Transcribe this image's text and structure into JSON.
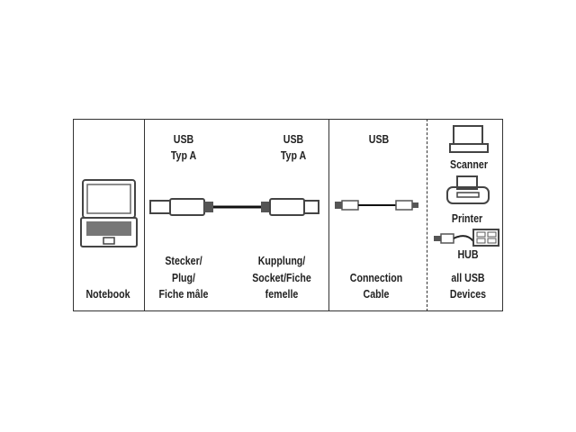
{
  "notebook": {
    "label": "Notebook"
  },
  "plug": {
    "usb": "USB",
    "type": "Typ A",
    "label": [
      "Stecker/",
      "Plug/",
      "Fiche mâle"
    ]
  },
  "socket": {
    "usb": "USB",
    "type": "Typ A",
    "label": [
      "Kupplung/",
      "Socket/Fiche",
      "femelle"
    ]
  },
  "cable": {
    "usb": "USB",
    "label": [
      "Connection",
      "Cable"
    ]
  },
  "devices": {
    "scanner": "Scanner",
    "printer": "Printer",
    "hub": "HUB",
    "label": [
      "all USB",
      "Devices"
    ]
  }
}
